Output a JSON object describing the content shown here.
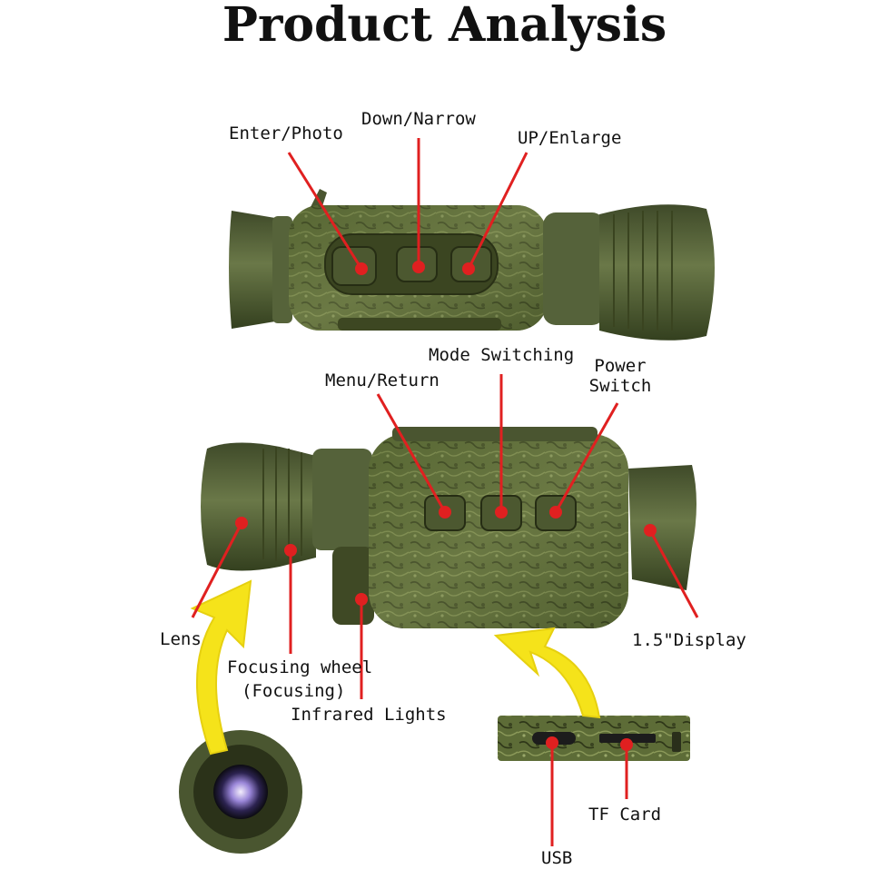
{
  "title": "Product Analysis",
  "labels": {
    "enter_photo": "Enter/Photo",
    "down_narrow": "Down/Narrow",
    "up_enlarge": "UP/Enlarge",
    "mode_switching": "Mode Switching",
    "menu_return": "Menu/Return",
    "power_switch_line1": "Power",
    "power_switch_line2": "Switch",
    "lens": "Lens",
    "focusing_wheel_line1": "Focusing wheel",
    "focusing_wheel_line2": "(Focusing)",
    "infrared_lights": "Infrared Lights",
    "display": "1.5\"Display",
    "tf_card": "TF Card",
    "usb": "USB"
  },
  "colors": {
    "pointer_red": "#e02020",
    "arrow_yellow": "#f5e31a",
    "body_green": "#5b6a3c",
    "rubber_green": "#4c5a33"
  }
}
